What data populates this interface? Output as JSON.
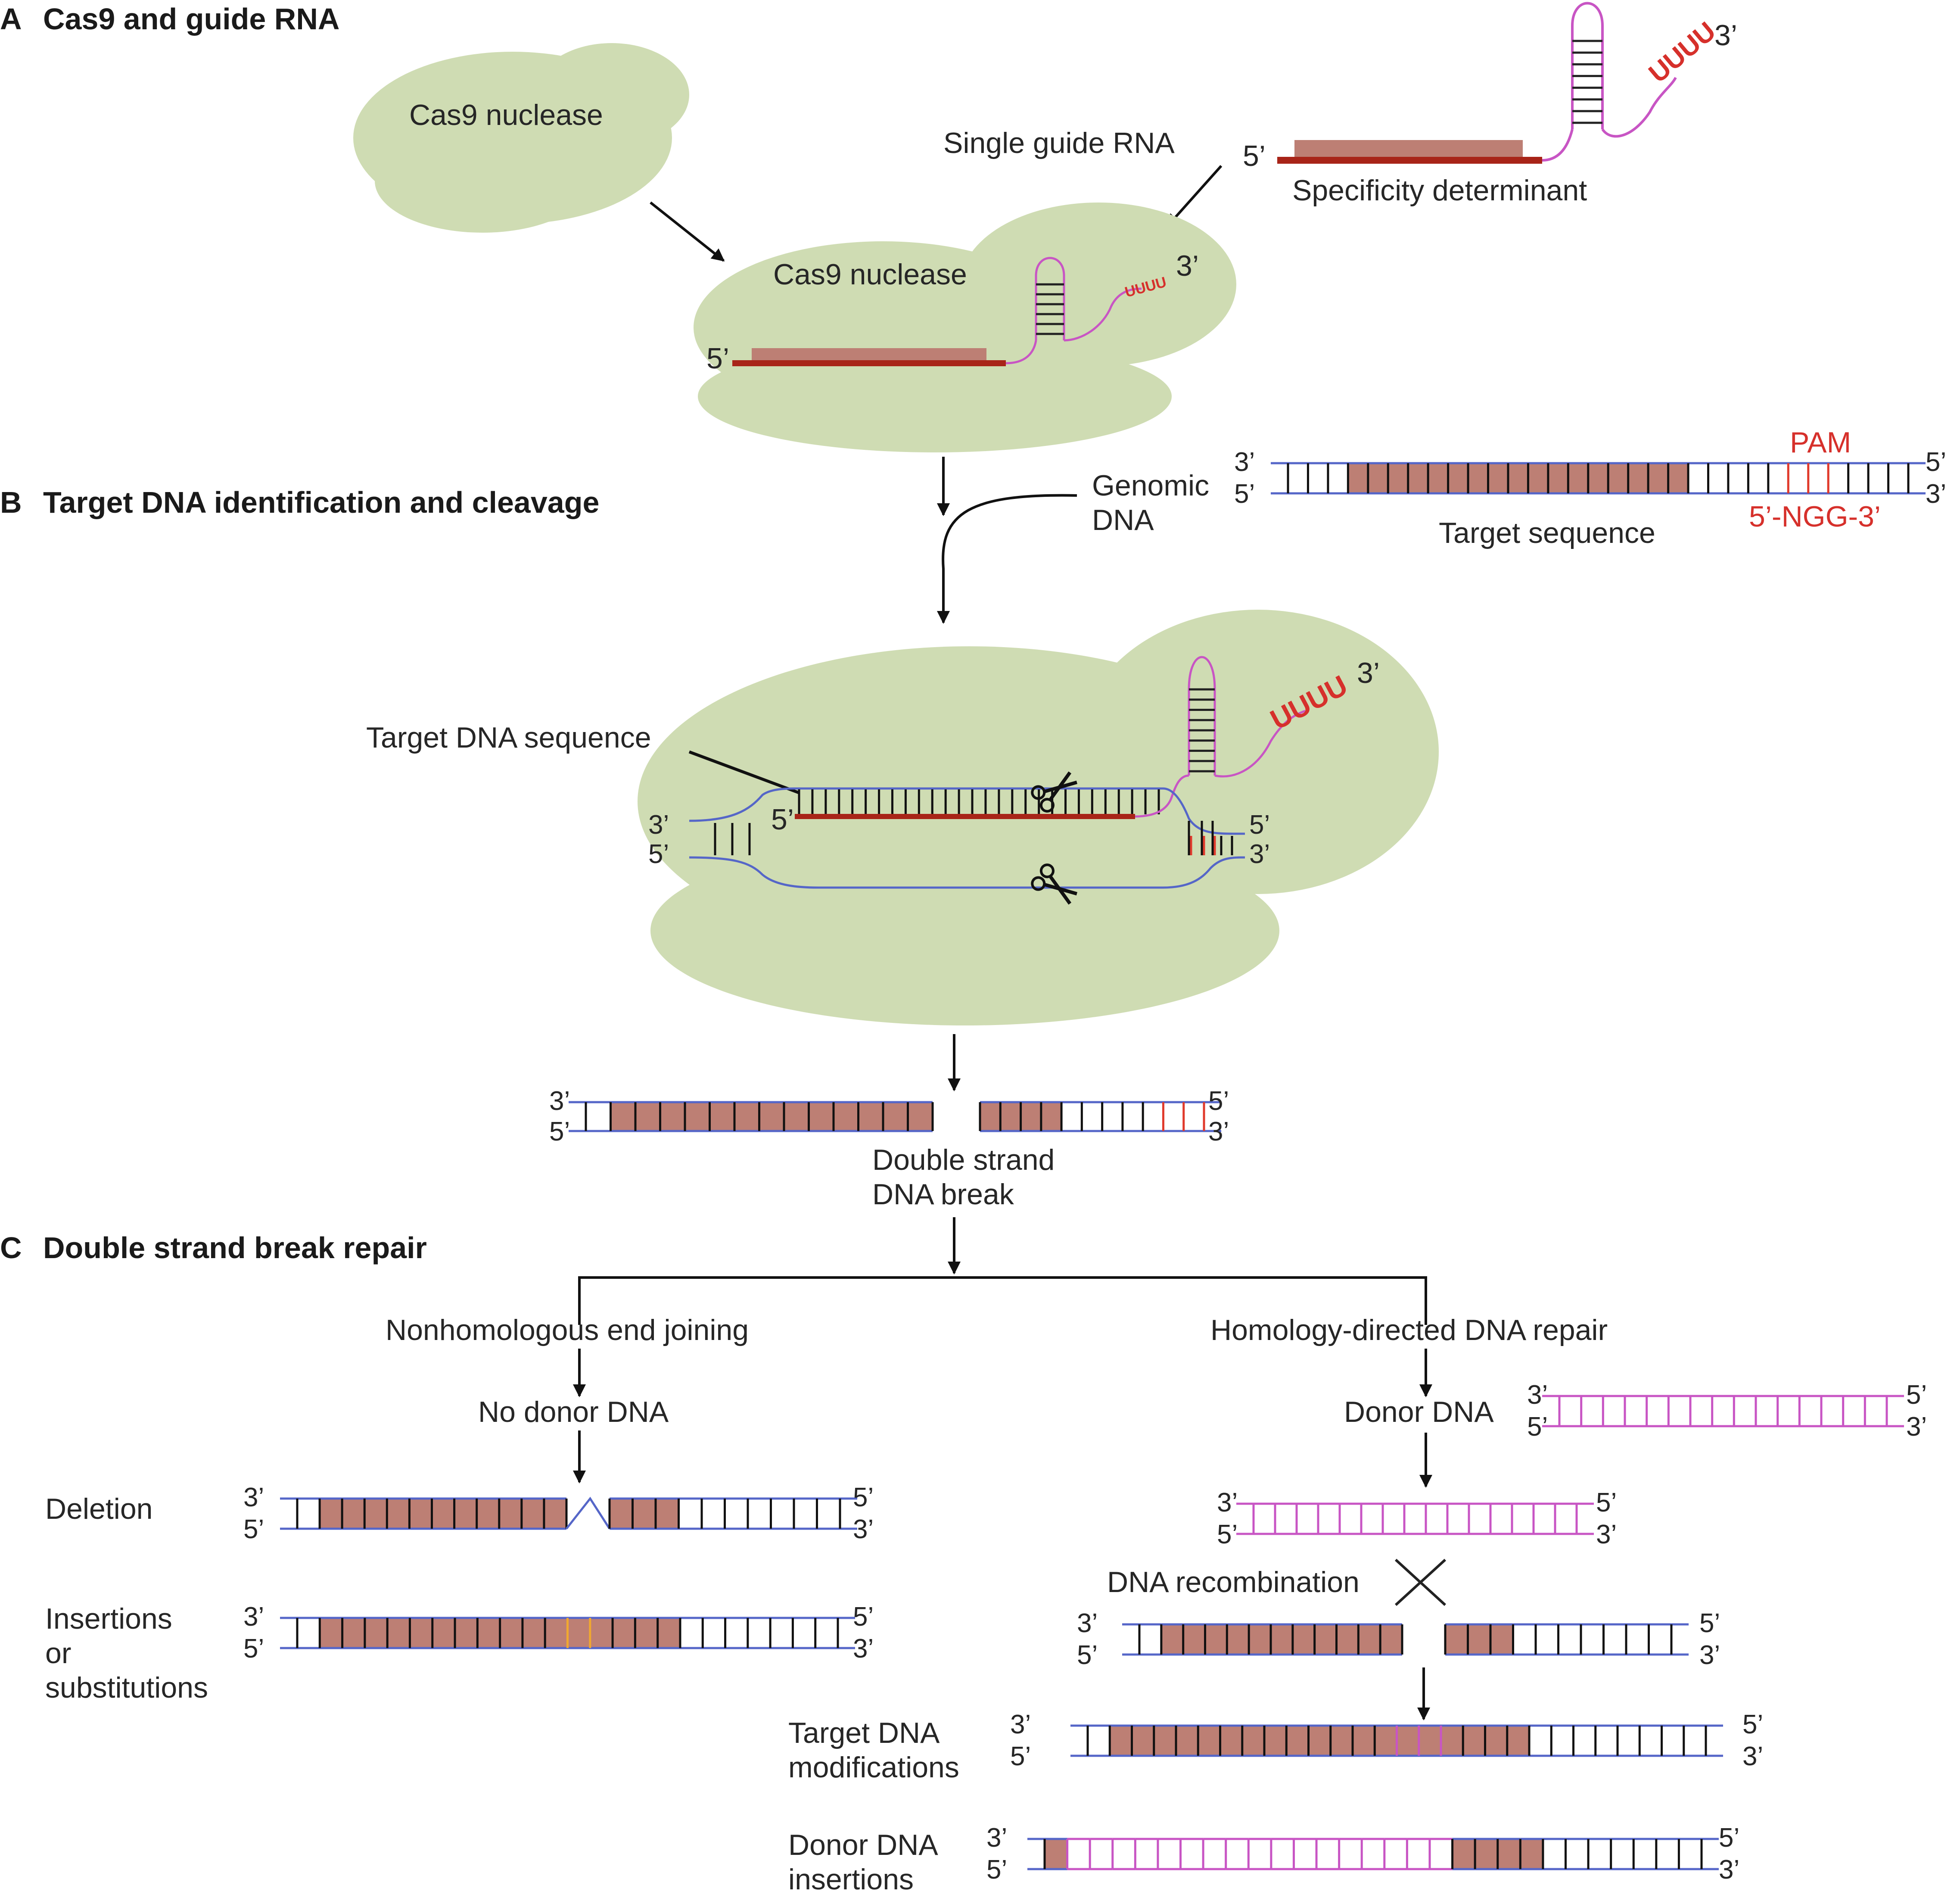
{
  "colors": {
    "protein": "#cfdcb3",
    "target": "#bd7f74",
    "guide_red": "#a82418",
    "rna_pink": "#c855c4",
    "strand_blue": "#5566c8",
    "pam_red": "#e03a2c",
    "insert_orange": "#f0a830"
  },
  "sections": {
    "a": {
      "letter": "A",
      "title": "Cas9 and guide RNA"
    },
    "b": {
      "letter": "B",
      "title": "Target DNA identification and cleavage"
    },
    "c": {
      "letter": "C",
      "title": "Double strand break repair"
    }
  },
  "panel_a": {
    "cas9_free": "Cas9 nuclease",
    "cas9_bound": "Cas9 nuclease",
    "sgrna_label": "Single guide RNA",
    "specificity": "Specificity determinant",
    "tail": "UUUU",
    "five_prime": "5’",
    "three_prime": "3’"
  },
  "panel_b": {
    "genomic_line1": "Genomic",
    "genomic_line2": "DNA",
    "pam": "PAM",
    "ngg": "5’-NGG-3’",
    "target_sequence": "Target sequence",
    "target_dna_sequence": "Target DNA sequence",
    "dsb_line1": "Double strand",
    "dsb_line2": "DNA break",
    "tail": "UUUU"
  },
  "panel_c": {
    "nhej": "Nonhomologous end joining",
    "hdr": "Homology-directed DNA repair",
    "no_donor": "No donor DNA",
    "donor": "Donor DNA",
    "deletion": "Deletion",
    "insertions_line1": "Insertions",
    "insertions_line2": "or",
    "insertions_line3": "substitutions",
    "recombination": "DNA recombination",
    "target_mod_line1": "Target DNA",
    "target_mod_line2": "modifications",
    "donor_ins_line1": "Donor DNA",
    "donor_ins_line2": "insertions"
  },
  "ends": {
    "three": "3’",
    "five": "5’"
  }
}
